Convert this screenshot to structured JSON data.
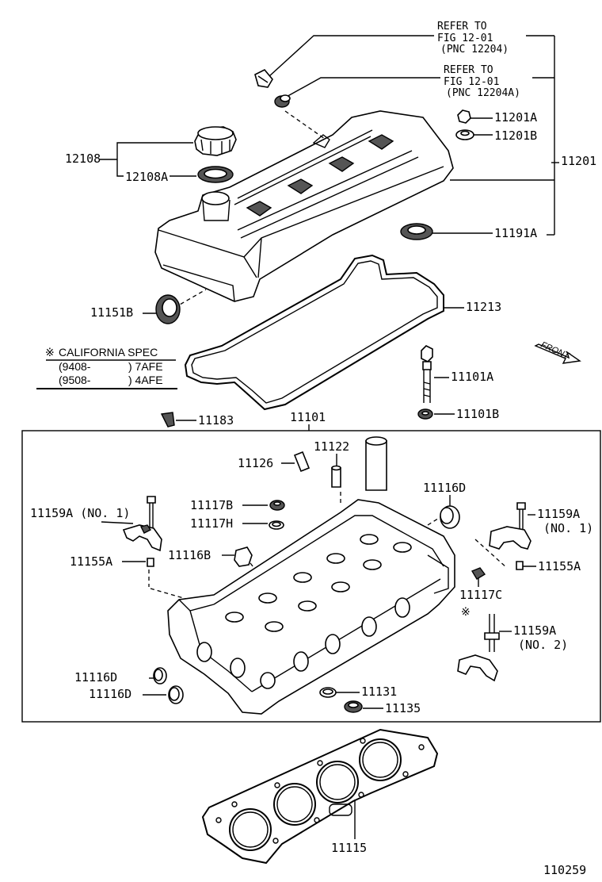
{
  "diagram": {
    "refs": {
      "ref1_line1": "REFER TO",
      "ref1_line2": "FIG 12-01",
      "ref1_line3": "(PNC 12204)",
      "ref2_line1": "REFER TO",
      "ref2_line2": "FIG 12-01",
      "ref2_line3": "(PNC 12204A)"
    },
    "parts": {
      "p11201A": "11201A",
      "p11201B": "11201B",
      "p11201": "11201",
      "p12108": "12108",
      "p12108A": "12108A",
      "p11191A": "11191A",
      "p11151B": "11151B",
      "p11213": "11213",
      "p11101A": "11101A",
      "p11101B": "11101B",
      "p11183": "11183",
      "p11101": "11101",
      "p11122": "11122",
      "p11126": "11126",
      "p11116D_top": "11116D",
      "p11159A_no1_left": "11159A (NO. 1)",
      "p11117B": "11117B",
      "p11117H": "11117H",
      "p11159A_right": "11159A",
      "p11159A_right_no": "(NO. 1)",
      "p11155A_left": "11155A",
      "p11116B": "11116B",
      "p11155A_right": "11155A",
      "p11117C": "11117C",
      "p11159A_no2": "11159A",
      "p11159A_no2_no": "(NO. 2)",
      "p11116D_a": "11116D",
      "p11116D_b": "11116D",
      "p11131": "11131",
      "p11135": "11135",
      "p11115": "11115"
    },
    "california": {
      "title": "CALIFORNIA SPEC",
      "row1_range": "(9408-",
      "row1_engine": ") 7AFE",
      "row2_range": "(9508-",
      "row2_engine": ") 4AFE"
    },
    "asterisk": "※",
    "front_label": "FRONT",
    "figure_number": "110259"
  }
}
